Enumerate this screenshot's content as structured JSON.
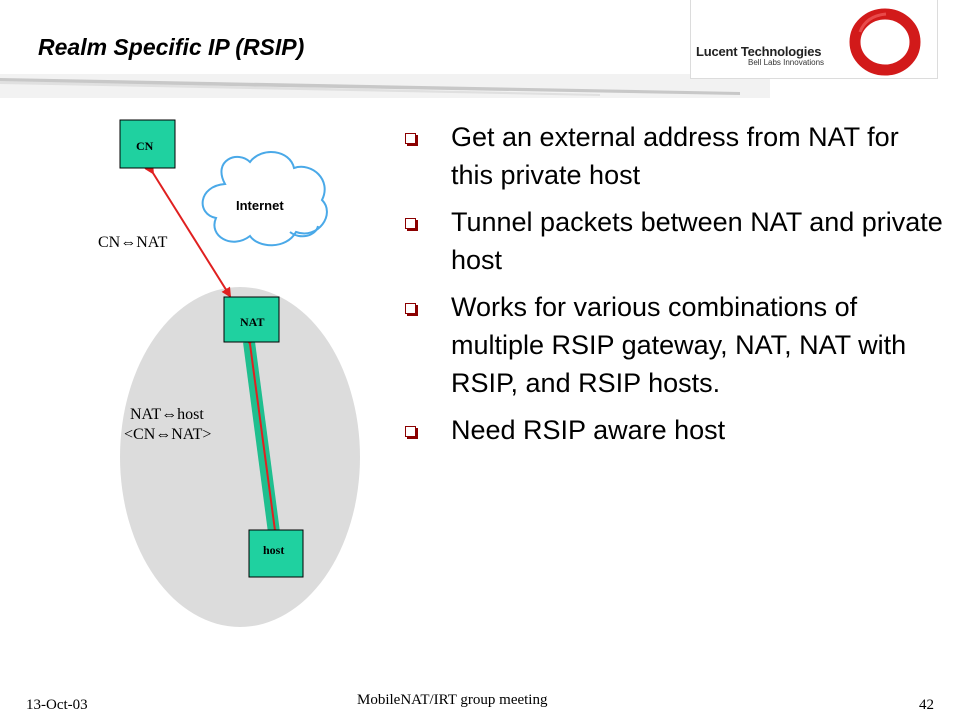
{
  "slide": {
    "title": "Realm Specific IP (RSIP)"
  },
  "logo": {
    "name": "Lucent Technologies",
    "subtitle": "Bell Labs Innovations"
  },
  "diagram": {
    "cn_box": "CN",
    "nat_box": "NAT",
    "host_box": "host",
    "cloud": "Internet",
    "cn_nat": "CN⇔NAT",
    "nat_host": "NAT⇔host",
    "nat_host_inner": "<CN⇔NAT>"
  },
  "bullets": [
    "Get an external address from NAT for this private host",
    "Tunnel packets between NAT and private host",
    "Works for various combinations of multiple RSIP gateway, NAT, NAT with RSIP, and RSIP hosts.",
    "Need RSIP aware host"
  ],
  "footer": {
    "date": "13-Oct-03",
    "title": "MobileNAT/IRT group meeting",
    "page": "42"
  },
  "colors": {
    "box_fill": "#1fd1a0",
    "tunnel": "#1fbf8f",
    "arrow": "#e02020",
    "ellipse": "#dcdcdc",
    "bullet": "#8b0000",
    "logo_ring": "#d21a1a"
  }
}
